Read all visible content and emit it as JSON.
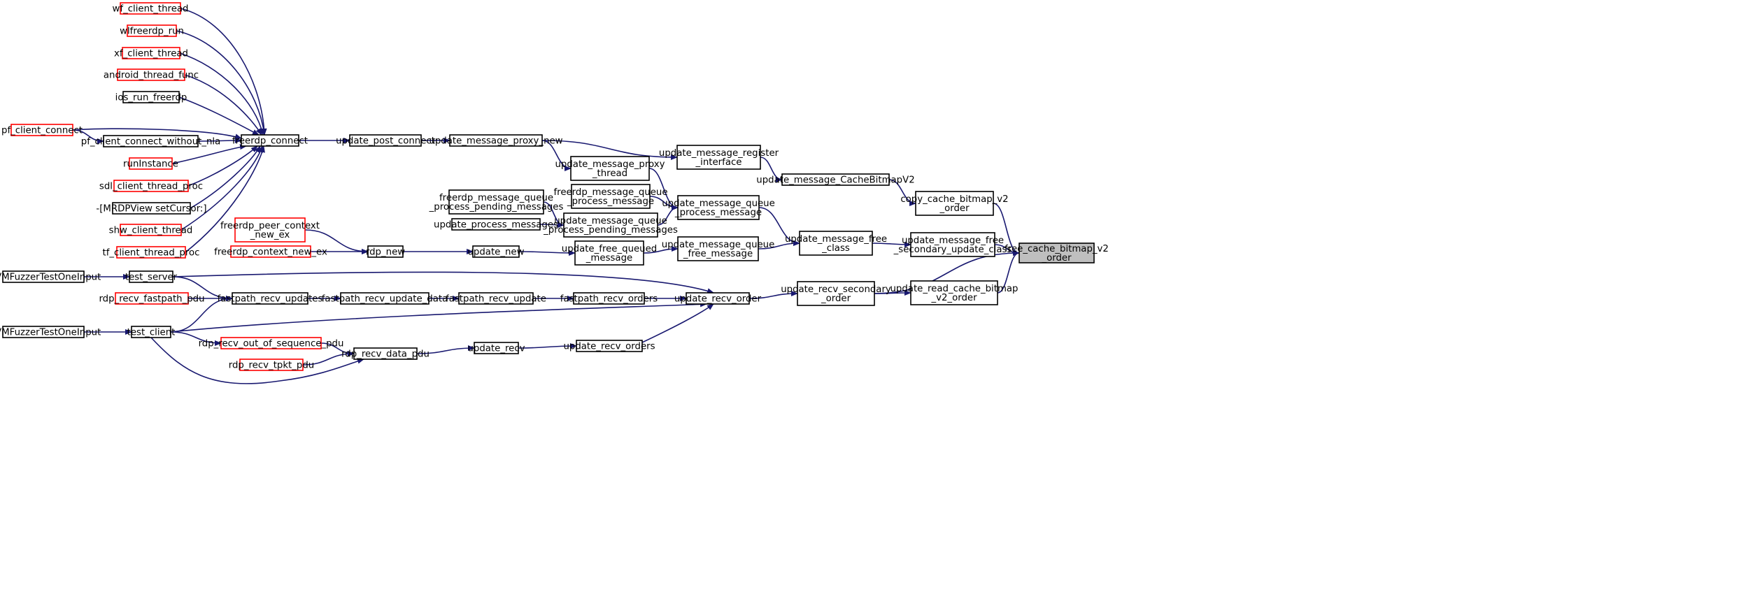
{
  "diagram": {
    "colors": {
      "edge": "#191970",
      "border_black": "#000000",
      "border_red": "#ff0000",
      "root_fill": "#bfbfbf"
    },
    "nodes": [
      {
        "id": "wf_client_thread",
        "lines": [
          "wf_client_thread"
        ],
        "border": "red"
      },
      {
        "id": "wlfreerdp_run",
        "lines": [
          "wlfreerdp_run"
        ],
        "border": "red"
      },
      {
        "id": "xf_client_thread",
        "lines": [
          "xf_client_thread"
        ],
        "border": "red"
      },
      {
        "id": "android_thread_func",
        "lines": [
          "android_thread_func"
        ],
        "border": "red"
      },
      {
        "id": "ios_run_freerdp",
        "lines": [
          "ios_run_freerdp"
        ],
        "border": "black"
      },
      {
        "id": "pf_client_connect",
        "lines": [
          "pf_client_connect"
        ],
        "border": "red"
      },
      {
        "id": "pf_client_connect_without_nla",
        "lines": [
          "pf_client_connect_without_nla"
        ],
        "border": "black"
      },
      {
        "id": "runInstance",
        "lines": [
          "runInstance"
        ],
        "border": "red"
      },
      {
        "id": "sdl_client_thread_proc",
        "lines": [
          "sdl_client_thread_proc"
        ],
        "border": "red"
      },
      {
        "id": "mrdpview",
        "lines": [
          "-[MRDPView setCursor:]"
        ],
        "border": "black"
      },
      {
        "id": "shw_client_thread",
        "lines": [
          "shw_client_thread"
        ],
        "border": "red"
      },
      {
        "id": "tf_client_thread_proc",
        "lines": [
          "tf_client_thread_proc"
        ],
        "border": "red"
      },
      {
        "id": "freerdp_connect",
        "lines": [
          "freerdp_connect"
        ],
        "border": "black"
      },
      {
        "id": "update_post_connect",
        "lines": [
          "update_post_connect"
        ],
        "border": "black"
      },
      {
        "id": "update_message_proxy_new",
        "lines": [
          "update_message_proxy_new"
        ],
        "border": "black"
      },
      {
        "id": "update_message_proxy_thread",
        "lines": [
          "update_message_proxy",
          "_thread"
        ],
        "border": "black"
      },
      {
        "id": "update_message_register_interface",
        "lines": [
          "update_message_register",
          "_interface"
        ],
        "border": "black"
      },
      {
        "id": "update_message_CacheBitmapV2",
        "lines": [
          "update_message_CacheBitmapV2"
        ],
        "border": "black"
      },
      {
        "id": "freerdp_message_queue_process_message",
        "lines": [
          "freerdp_message_queue",
          "_process_message"
        ],
        "border": "black"
      },
      {
        "id": "freerdp_message_queue_process_pending_messages",
        "lines": [
          "freerdp_message_queue",
          "_process_pending_messages"
        ],
        "border": "black"
      },
      {
        "id": "update_process_messages",
        "lines": [
          "update_process_messages"
        ],
        "border": "black"
      },
      {
        "id": "update_message_queue_process_pending_messages",
        "lines": [
          "update_message_queue",
          "_process_pending_messages"
        ],
        "border": "black"
      },
      {
        "id": "update_message_queue_process_message",
        "lines": [
          "update_message_queue",
          "_process_message"
        ],
        "border": "black"
      },
      {
        "id": "copy_cache_bitmap_v2_order",
        "lines": [
          "copy_cache_bitmap_v2",
          "_order"
        ],
        "border": "black"
      },
      {
        "id": "freerdp_peer_context_new_ex",
        "lines": [
          "freerdp_peer_context",
          "_new_ex"
        ],
        "border": "red"
      },
      {
        "id": "freerdp_context_new_ex",
        "lines": [
          "freerdp_context_new_ex"
        ],
        "border": "red"
      },
      {
        "id": "rdp_new",
        "lines": [
          "rdp_new"
        ],
        "border": "black"
      },
      {
        "id": "update_new",
        "lines": [
          "update_new"
        ],
        "border": "black"
      },
      {
        "id": "update_free_queued_message",
        "lines": [
          "update_free_queued",
          "_message"
        ],
        "border": "black"
      },
      {
        "id": "update_message_queue_free_message",
        "lines": [
          "update_message_queue",
          "_free_message"
        ],
        "border": "black"
      },
      {
        "id": "update_message_free_class",
        "lines": [
          "update_message_free",
          "_class"
        ],
        "border": "black"
      },
      {
        "id": "update_message_free_secondary_update_class",
        "lines": [
          "update_message_free",
          "_secondary_update_class"
        ],
        "border": "black"
      },
      {
        "id": "free_cache_bitmap_v2_order",
        "lines": [
          "free_cache_bitmap_v2",
          "_order"
        ],
        "border": "black",
        "root": true
      },
      {
        "id": "llvm_fuzzer_1",
        "lines": [
          "LLVMFuzzerTestOneInput"
        ],
        "border": "black"
      },
      {
        "id": "test_server",
        "lines": [
          "test_server"
        ],
        "border": "black"
      },
      {
        "id": "rdp_recv_fastpath_pdu",
        "lines": [
          "rdp_recv_fastpath_pdu"
        ],
        "border": "red"
      },
      {
        "id": "fastpath_recv_updates",
        "lines": [
          "fastpath_recv_updates"
        ],
        "border": "black"
      },
      {
        "id": "fastpath_recv_update_data",
        "lines": [
          "fastpath_recv_update_data"
        ],
        "border": "black"
      },
      {
        "id": "fastpath_recv_update",
        "lines": [
          "fastpath_recv_update"
        ],
        "border": "black"
      },
      {
        "id": "fastpath_recv_orders",
        "lines": [
          "fastpath_recv_orders"
        ],
        "border": "black"
      },
      {
        "id": "update_recv_order",
        "lines": [
          "update_recv_order"
        ],
        "border": "black"
      },
      {
        "id": "update_recv_secondary_order",
        "lines": [
          "update_recv_secondary",
          "_order"
        ],
        "border": "black"
      },
      {
        "id": "update_read_cache_bitmap_v2_order",
        "lines": [
          "update_read_cache_bitmap",
          "_v2_order"
        ],
        "border": "black"
      },
      {
        "id": "llvm_fuzzer_2",
        "lines": [
          "LLVMFuzzerTestOneInput"
        ],
        "border": "black"
      },
      {
        "id": "test_client",
        "lines": [
          "test_client"
        ],
        "border": "black"
      },
      {
        "id": "rdp_recv_out_of_sequence_pdu",
        "lines": [
          "rdp_recv_out_of_sequence_pdu"
        ],
        "border": "red"
      },
      {
        "id": "rdp_recv_tpkt_pdu",
        "lines": [
          "rdp_recv_tpkt_pdu"
        ],
        "border": "red"
      },
      {
        "id": "rdp_recv_data_pdu",
        "lines": [
          "rdp_recv_data_pdu"
        ],
        "border": "black"
      },
      {
        "id": "update_recv",
        "lines": [
          "update_recv"
        ],
        "border": "black"
      },
      {
        "id": "update_recv_orders",
        "lines": [
          "update_recv_orders"
        ],
        "border": "black"
      }
    ],
    "edges": [
      [
        "wf_client_thread",
        "freerdp_connect"
      ],
      [
        "wlfreerdp_run",
        "freerdp_connect"
      ],
      [
        "xf_client_thread",
        "freerdp_connect"
      ],
      [
        "android_thread_func",
        "freerdp_connect"
      ],
      [
        "ios_run_freerdp",
        "freerdp_connect"
      ],
      [
        "pf_client_connect",
        "freerdp_connect"
      ],
      [
        "pf_client_connect",
        "pf_client_connect_without_nla"
      ],
      [
        "pf_client_connect_without_nla",
        "freerdp_connect"
      ],
      [
        "runInstance",
        "freerdp_connect"
      ],
      [
        "sdl_client_thread_proc",
        "freerdp_connect"
      ],
      [
        "mrdpview",
        "freerdp_connect"
      ],
      [
        "shw_client_thread",
        "freerdp_connect"
      ],
      [
        "tf_client_thread_proc",
        "freerdp_connect"
      ],
      [
        "freerdp_connect",
        "update_post_connect"
      ],
      [
        "update_post_connect",
        "update_message_proxy_new"
      ],
      [
        "update_message_proxy_new",
        "update_message_register_interface"
      ],
      [
        "update_message_proxy_new",
        "update_message_proxy_thread"
      ],
      [
        "update_message_register_interface",
        "update_message_CacheBitmapV2"
      ],
      [
        "update_message_CacheBitmapV2",
        "copy_cache_bitmap_v2_order"
      ],
      [
        "update_message_proxy_thread",
        "update_message_queue_process_message"
      ],
      [
        "freerdp_message_queue_process_message",
        "update_message_queue_process_message"
      ],
      [
        "freerdp_message_queue_process_pending_messages",
        "update_message_queue_process_pending_messages"
      ],
      [
        "update_process_messages",
        "update_message_queue_process_pending_messages"
      ],
      [
        "update_message_queue_process_pending_messages",
        "update_message_queue_process_message"
      ],
      [
        "update_message_queue_process_message",
        "update_message_free_class"
      ],
      [
        "copy_cache_bitmap_v2_order",
        "free_cache_bitmap_v2_order"
      ],
      [
        "freerdp_peer_context_new_ex",
        "rdp_new"
      ],
      [
        "freerdp_context_new_ex",
        "rdp_new"
      ],
      [
        "rdp_new",
        "update_new"
      ],
      [
        "update_new",
        "update_free_queued_message"
      ],
      [
        "update_free_queued_message",
        "update_message_queue_free_message"
      ],
      [
        "update_message_queue_free_message",
        "update_message_free_class"
      ],
      [
        "update_message_free_class",
        "update_message_free_secondary_update_class"
      ],
      [
        "update_message_free_secondary_update_class",
        "free_cache_bitmap_v2_order"
      ],
      [
        "update_recv_secondary_order",
        "free_cache_bitmap_v2_order"
      ],
      [
        "update_read_cache_bitmap_v2_order",
        "free_cache_bitmap_v2_order"
      ],
      [
        "update_recv_secondary_order",
        "update_read_cache_bitmap_v2_order"
      ],
      [
        "update_recv_order",
        "update_recv_secondary_order"
      ],
      [
        "llvm_fuzzer_1",
        "test_server"
      ],
      [
        "test_server",
        "update_recv_order"
      ],
      [
        "test_server",
        "fastpath_recv_updates"
      ],
      [
        "rdp_recv_fastpath_pdu",
        "fastpath_recv_updates"
      ],
      [
        "fastpath_recv_updates",
        "fastpath_recv_update_data"
      ],
      [
        "fastpath_recv_update_data",
        "fastpath_recv_update"
      ],
      [
        "fastpath_recv_update",
        "fastpath_recv_orders"
      ],
      [
        "fastpath_recv_orders",
        "update_recv_order"
      ],
      [
        "llvm_fuzzer_2",
        "test_client"
      ],
      [
        "test_client",
        "fastpath_recv_updates"
      ],
      [
        "test_client",
        "update_recv_order"
      ],
      [
        "test_client",
        "rdp_recv_out_of_sequence_pdu"
      ],
      [
        "test_client",
        "rdp_recv_data_pdu"
      ],
      [
        "rdp_recv_out_of_sequence_pdu",
        "rdp_recv_data_pdu"
      ],
      [
        "rdp_recv_tpkt_pdu",
        "rdp_recv_data_pdu"
      ],
      [
        "rdp_recv_data_pdu",
        "update_recv"
      ],
      [
        "update_recv",
        "update_recv_orders"
      ],
      [
        "update_recv_orders",
        "update_recv_order"
      ]
    ]
  }
}
